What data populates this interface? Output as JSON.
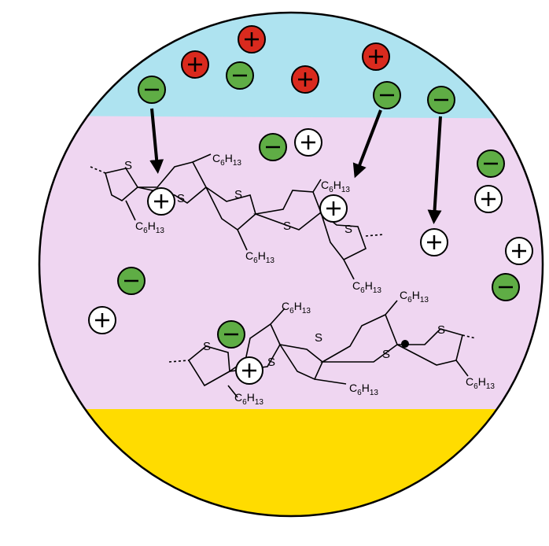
{
  "colors": {
    "electrolyte": "#aee3f0",
    "polymer": "#efd6f1",
    "electrode": "#ffdc00",
    "anion": "#5fad45",
    "cation": "#d92a1e",
    "hole": "#ffffff",
    "outline": "#000000"
  },
  "symbols": {
    "plus": "+",
    "minus": "−"
  },
  "chain_labels": {
    "hexyl_main": "C",
    "hexyl_sub1": "6",
    "hexyl_main2": "H",
    "hexyl_sub2": "13",
    "sulfur": "S"
  },
  "icons": [
    "anion-icon",
    "cation-icon",
    "hole-icon",
    "polaron-dot-icon",
    "arrow-icon"
  ]
}
